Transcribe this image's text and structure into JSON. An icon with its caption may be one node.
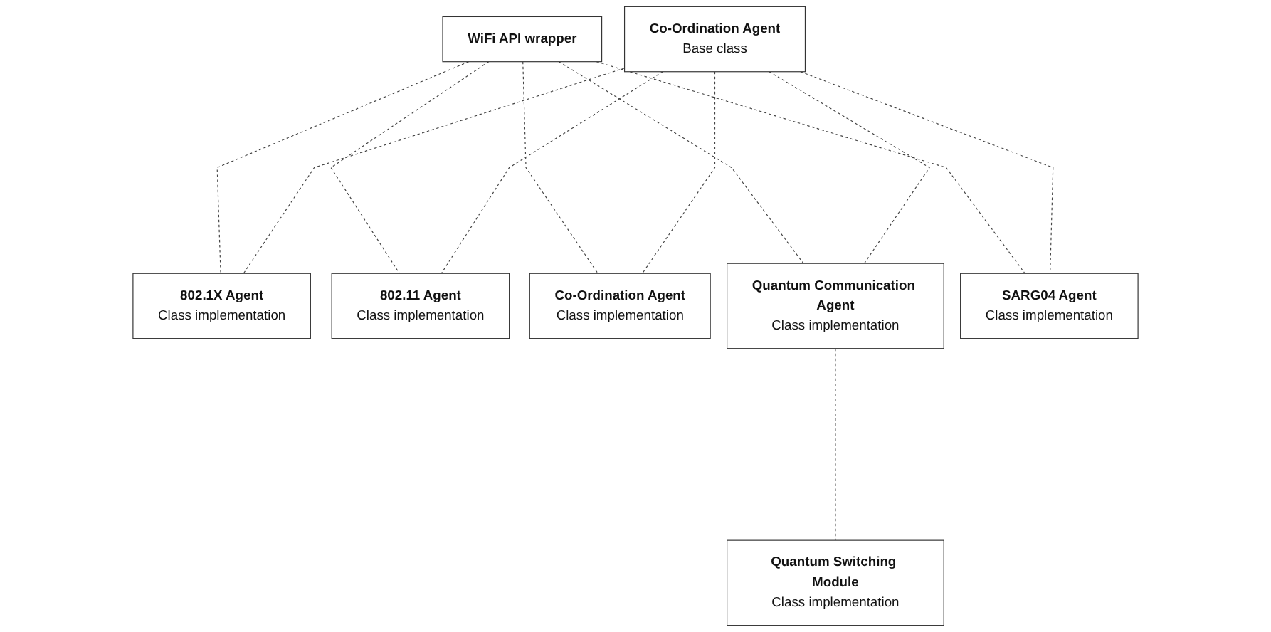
{
  "diagram": {
    "nodes": [
      {
        "text": [
          "WiFi API wrapper"
        ]
      },
      {
        "text": [
          "Co-Ordination Agent",
          "Base class"
        ]
      },
      {
        "text": [
          "802.1X Agent",
          "Class implementation"
        ]
      },
      {
        "text": [
          "802.11 Agent",
          "Class implementation"
        ]
      },
      {
        "text": [
          "Co-Ordination Agent",
          "Class implementation"
        ]
      },
      {
        "text": [
          "Quantum Communication Agent",
          "Class implementation"
        ]
      },
      {
        "text": [
          "SARG04 Agent",
          "Class implementation"
        ]
      },
      {
        "text": [
          "Quantum Switching Module",
          "Class implementation"
        ]
      }
    ],
    "edges": [
      {
        "from": 0,
        "to": 2,
        "arrow": "none",
        "style": "dashed"
      },
      {
        "from": 0,
        "to": 3,
        "arrow": "none",
        "style": "dashed"
      },
      {
        "from": 0,
        "to": 4,
        "arrow": "none",
        "style": "dashed"
      },
      {
        "from": 0,
        "to": 5,
        "arrow": "none",
        "style": "dashed"
      },
      {
        "from": 0,
        "to": 6,
        "arrow": "none",
        "style": "dashed"
      },
      {
        "from": 1,
        "to": 2,
        "arrow": "none",
        "style": "dashed"
      },
      {
        "from": 1,
        "to": 3,
        "arrow": "none",
        "style": "dashed"
      },
      {
        "from": 1,
        "to": 4,
        "arrow": "none",
        "style": "dashed"
      },
      {
        "from": 1,
        "to": 5,
        "arrow": "none",
        "style": "dashed"
      },
      {
        "from": 1,
        "to": 6,
        "arrow": "none",
        "style": "dashed"
      },
      {
        "from": 5,
        "to": 7,
        "arrow": "none",
        "style": "dashed"
      }
    ]
  }
}
